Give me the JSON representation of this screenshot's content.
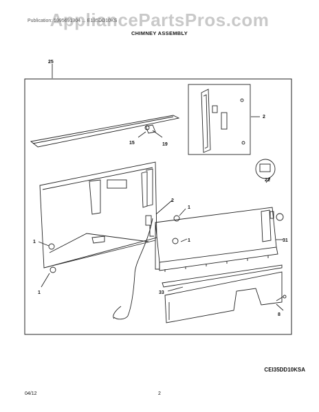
{
  "watermark": "AppliancePartsPros.com",
  "header_line": "Publication: 5995691304 ... E135DD10KS",
  "title": "CHIMNEY ASSEMBLY",
  "callouts": {
    "c25": "25",
    "c2a": "2",
    "c15": "15",
    "c19": "19",
    "c21": "21",
    "c2b": "2",
    "c1a": "1",
    "c31": "31",
    "c1b": "1",
    "c1c": "1",
    "c1d": "1",
    "c33": "33",
    "c8": "8"
  },
  "model_code": "CEI35DD10KSA",
  "footer": {
    "date": "04/12",
    "page": "2"
  }
}
